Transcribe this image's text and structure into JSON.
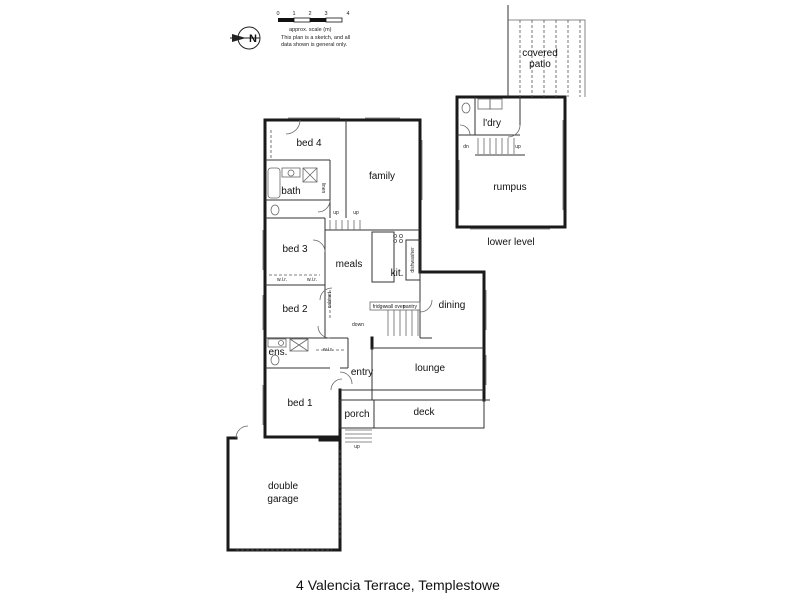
{
  "scale": {
    "ticks": [
      "0",
      "1",
      "2",
      "3",
      "4"
    ],
    "caption": "approx. scale (m)",
    "disclaimer_line1": "This plan is a sketch, and all",
    "disclaimer_line2": "data shown is general only."
  },
  "compass": {
    "letter": "N"
  },
  "rooms": {
    "bed4": "bed 4",
    "family": "family",
    "bath": "bath",
    "bed3": "bed 3",
    "meals": "meals",
    "kit": "kit.",
    "dining": "dining",
    "bed2": "bed 2",
    "ens": "ens.",
    "lounge": "lounge",
    "entry": "entry",
    "bed1": "bed 1",
    "porch": "porch",
    "deck": "deck",
    "garage_line1": "double",
    "garage_line2": "garage",
    "covered_patio_line1": "covered",
    "covered_patio_line2": "patio",
    "ldry": "l'dry",
    "rumpus": "rumpus",
    "lower_level": "lower level"
  },
  "fixtures": {
    "linen": "linen",
    "wir1": "w.i.r.",
    "wir2": "w.i.r.",
    "wir3": "w.i.r.",
    "cabinet": "cabinet",
    "fridge": "fridge",
    "wall_oven": "wall oven",
    "pantry": "pantry",
    "dishwasher": "dishwasher",
    "down": "down",
    "up1": "up",
    "up2": "up",
    "up3": "up",
    "up4": "up",
    "dn": "dn"
  },
  "address": "4 Valencia Terrace, Templestowe"
}
